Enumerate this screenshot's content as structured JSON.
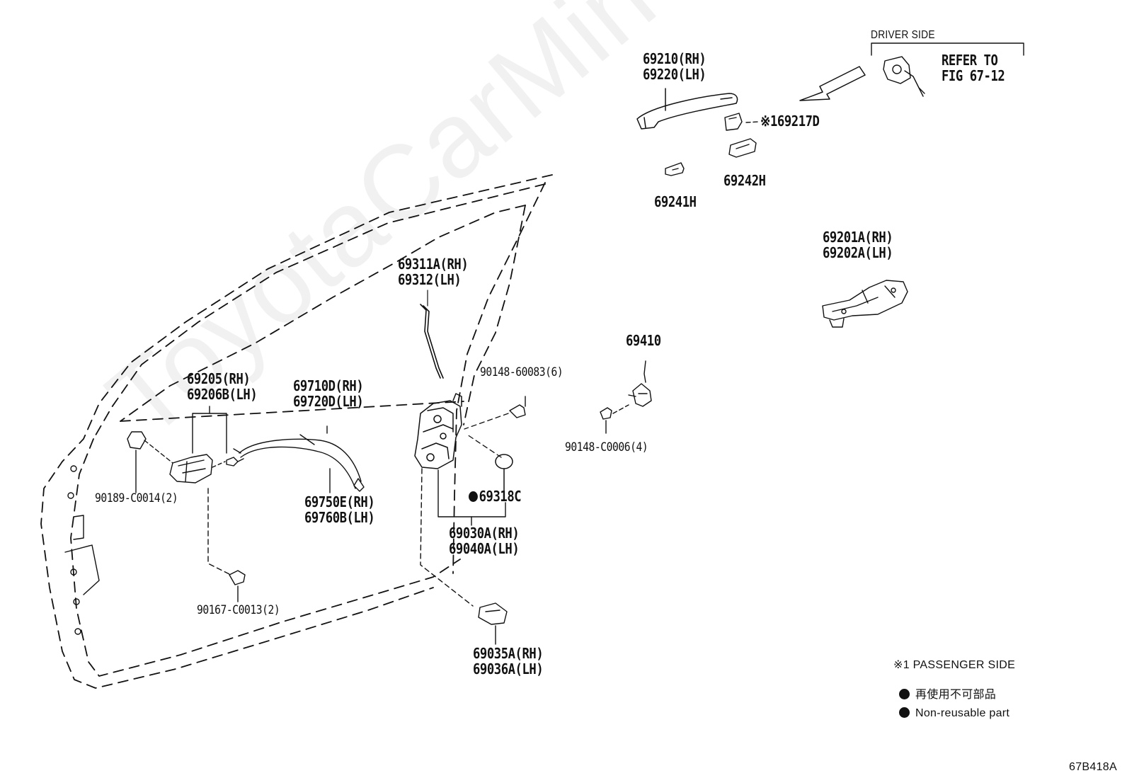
{
  "watermark": "ToyotaCarMine.ru",
  "diagram_code": "67B418A",
  "driver_side": {
    "header": "DRIVER SIDE",
    "refer_line1": "REFER TO",
    "refer_line2": "FIG 67-12"
  },
  "parts": {
    "p69210": {
      "line1": "69210(RH)",
      "line2": "69220(LH)"
    },
    "p69217": {
      "mark": "※1",
      "code": "69217D"
    },
    "p69241": {
      "code": "69241H"
    },
    "p69242": {
      "code": "69242H"
    },
    "p69201": {
      "line1": "69201A(RH)",
      "line2": "69202A(LH)"
    },
    "p69311": {
      "line1": "69311A(RH)",
      "line2": "69312(LH)"
    },
    "p69410": {
      "code": "69410"
    },
    "p90148_60083": {
      "code": "90148-60083(6)"
    },
    "p90148_c0006": {
      "code": "90148-C0006(4)"
    },
    "p69205": {
      "line1": "69205(RH)",
      "line2": "69206B(LH)"
    },
    "p69710": {
      "line1": "69710D(RH)",
      "line2": "69720D(LH)"
    },
    "p90189": {
      "code": "90189-C0014(2)"
    },
    "p69750": {
      "line1": "69750E(RH)",
      "line2": "69760B(LH)"
    },
    "p69318": {
      "code": "69318C"
    },
    "p69030": {
      "line1": "69030A(RH)",
      "line2": "69040A(LH)"
    },
    "p90167": {
      "code": "90167-C0013(2)"
    },
    "p69035": {
      "line1": "69035A(RH)",
      "line2": "69036A(LH)"
    }
  },
  "legend": {
    "passenger_note": "※1 PASSENGER SIDE",
    "non_reusable_jp": "再使用不可部品",
    "non_reusable_en": "Non-reusable part"
  }
}
